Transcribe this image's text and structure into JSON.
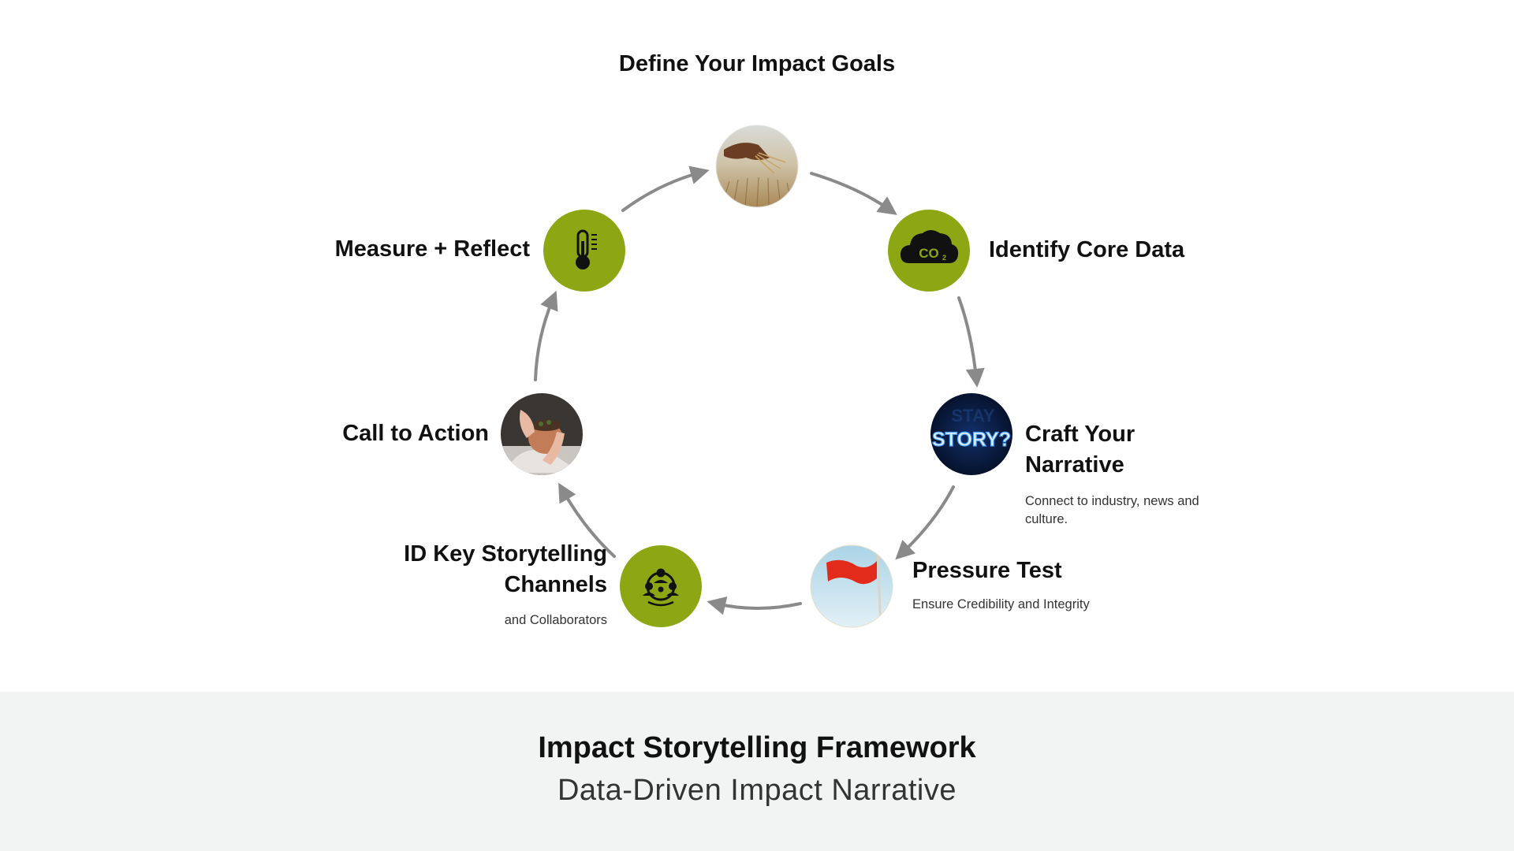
{
  "colors": {
    "node_green": "#8ca713",
    "arrow_gray": "#8a8a8a",
    "footer_bg": "#f2f4f3"
  },
  "steps": [
    {
      "id": "goals",
      "label": "Define Your Impact Goals",
      "node": "photo",
      "icon": "hand-wheat-photo"
    },
    {
      "id": "data",
      "label": "Identify Core Data",
      "node": "green",
      "icon": "co2-cloud-icon"
    },
    {
      "id": "narrative",
      "label": "Craft Your Narrative",
      "sublabel": "Connect to industry, news and culture.",
      "node": "photo",
      "icon": "story-neon-photo"
    },
    {
      "id": "pressure",
      "label": "Pressure Test",
      "sublabel": "Ensure Credibility and Integrity",
      "node": "photo",
      "icon": "red-flag-photo"
    },
    {
      "id": "channels",
      "label": "ID Key Storytelling Channels",
      "sublabel": "and Collaborators",
      "node": "green",
      "icon": "collaboration-network-icon"
    },
    {
      "id": "cta",
      "label": "Call to Action",
      "node": "photo",
      "icon": "hands-plant-pot-photo"
    },
    {
      "id": "measure",
      "label": "Measure + Reflect",
      "node": "green",
      "icon": "thermometer-icon"
    }
  ],
  "footer": {
    "title": "Impact Storytelling Framework",
    "subtitle": "Data-Driven Impact Narrative"
  }
}
